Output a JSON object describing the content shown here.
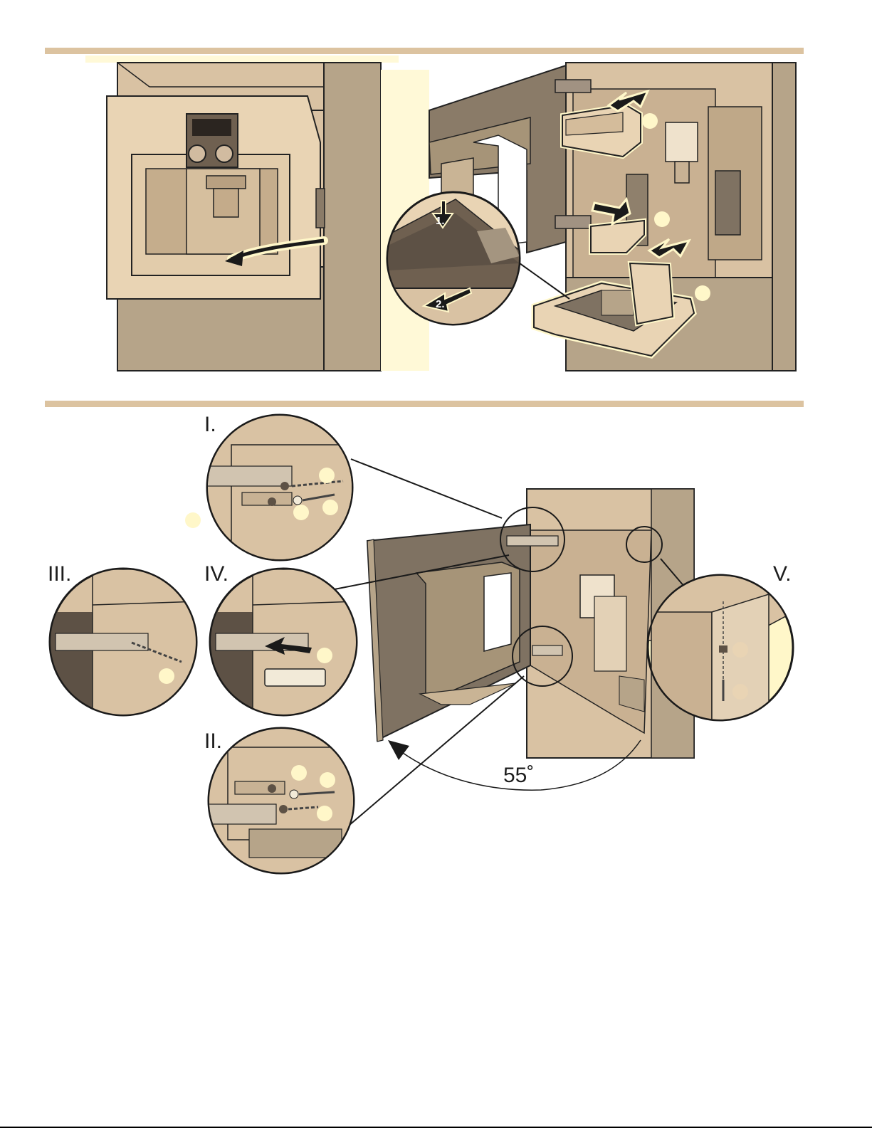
{
  "labels": {
    "roman_I": "I.",
    "roman_II": "II.",
    "roman_III": "III.",
    "roman_IV": "IV.",
    "roman_V": "V.",
    "angle": "55˚"
  },
  "steps": {
    "step_1": "1.",
    "step_2": "2."
  },
  "colors": {
    "band": "#dcc3a0",
    "cabinet_light": "#d9c2a3",
    "cabinet_mid": "#b6a489",
    "cabinet_dark": "#7f7262",
    "highlight": "#fff7c9"
  }
}
